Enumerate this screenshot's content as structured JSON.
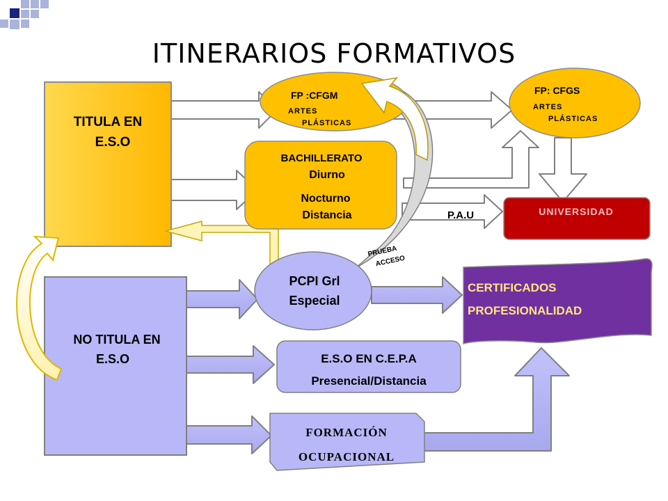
{
  "title": "ITINERARIOS FORMATIVOS",
  "colors": {
    "accent_blue": "#1a237e",
    "light_blue_square": "#aab3db",
    "yellow": "#ffc000",
    "red": "#c00000",
    "purple": "#7030a0",
    "lavender": "#b4b4f5",
    "title_text": "#000000"
  },
  "nodes": {
    "titula_eso": {
      "line1": "TITULA EN",
      "line2": "E.S.O"
    },
    "no_titula_eso": {
      "line1": "NO TITULA EN",
      "line2": "E.S.O"
    },
    "fp_cfgm": {
      "line1": "FP :CFGM",
      "line2": "ARTES",
      "line3": "PLÁSTICAS"
    },
    "fp_cfgs": {
      "line1": "FP: CFGS",
      "line2": "ARTES",
      "line3": "PLÁSTICAS"
    },
    "bachillerato": {
      "line1": "BACHILLERATO",
      "line2": "Diurno",
      "line3": "Nocturno",
      "line4": "Distancia"
    },
    "universidad": {
      "label": "UNIVERSIDAD"
    },
    "pcpi": {
      "line1": "PCPI Grl",
      "line2": "Especial"
    },
    "certificados": {
      "line1": "CERTIFICADOS",
      "line2": "PROFESIONALIDAD"
    },
    "eso_cepa": {
      "line1": "E.S.O EN C.E.P.A",
      "line2": "Presencial/Distancia"
    },
    "formacion": {
      "line1": "FORMACIÓN",
      "line2": "OCUPACIONAL"
    }
  },
  "labels": {
    "pau": "P.A.U",
    "prueba_line1": "PRUEBA",
    "prueba_line2": "ACCESO"
  }
}
